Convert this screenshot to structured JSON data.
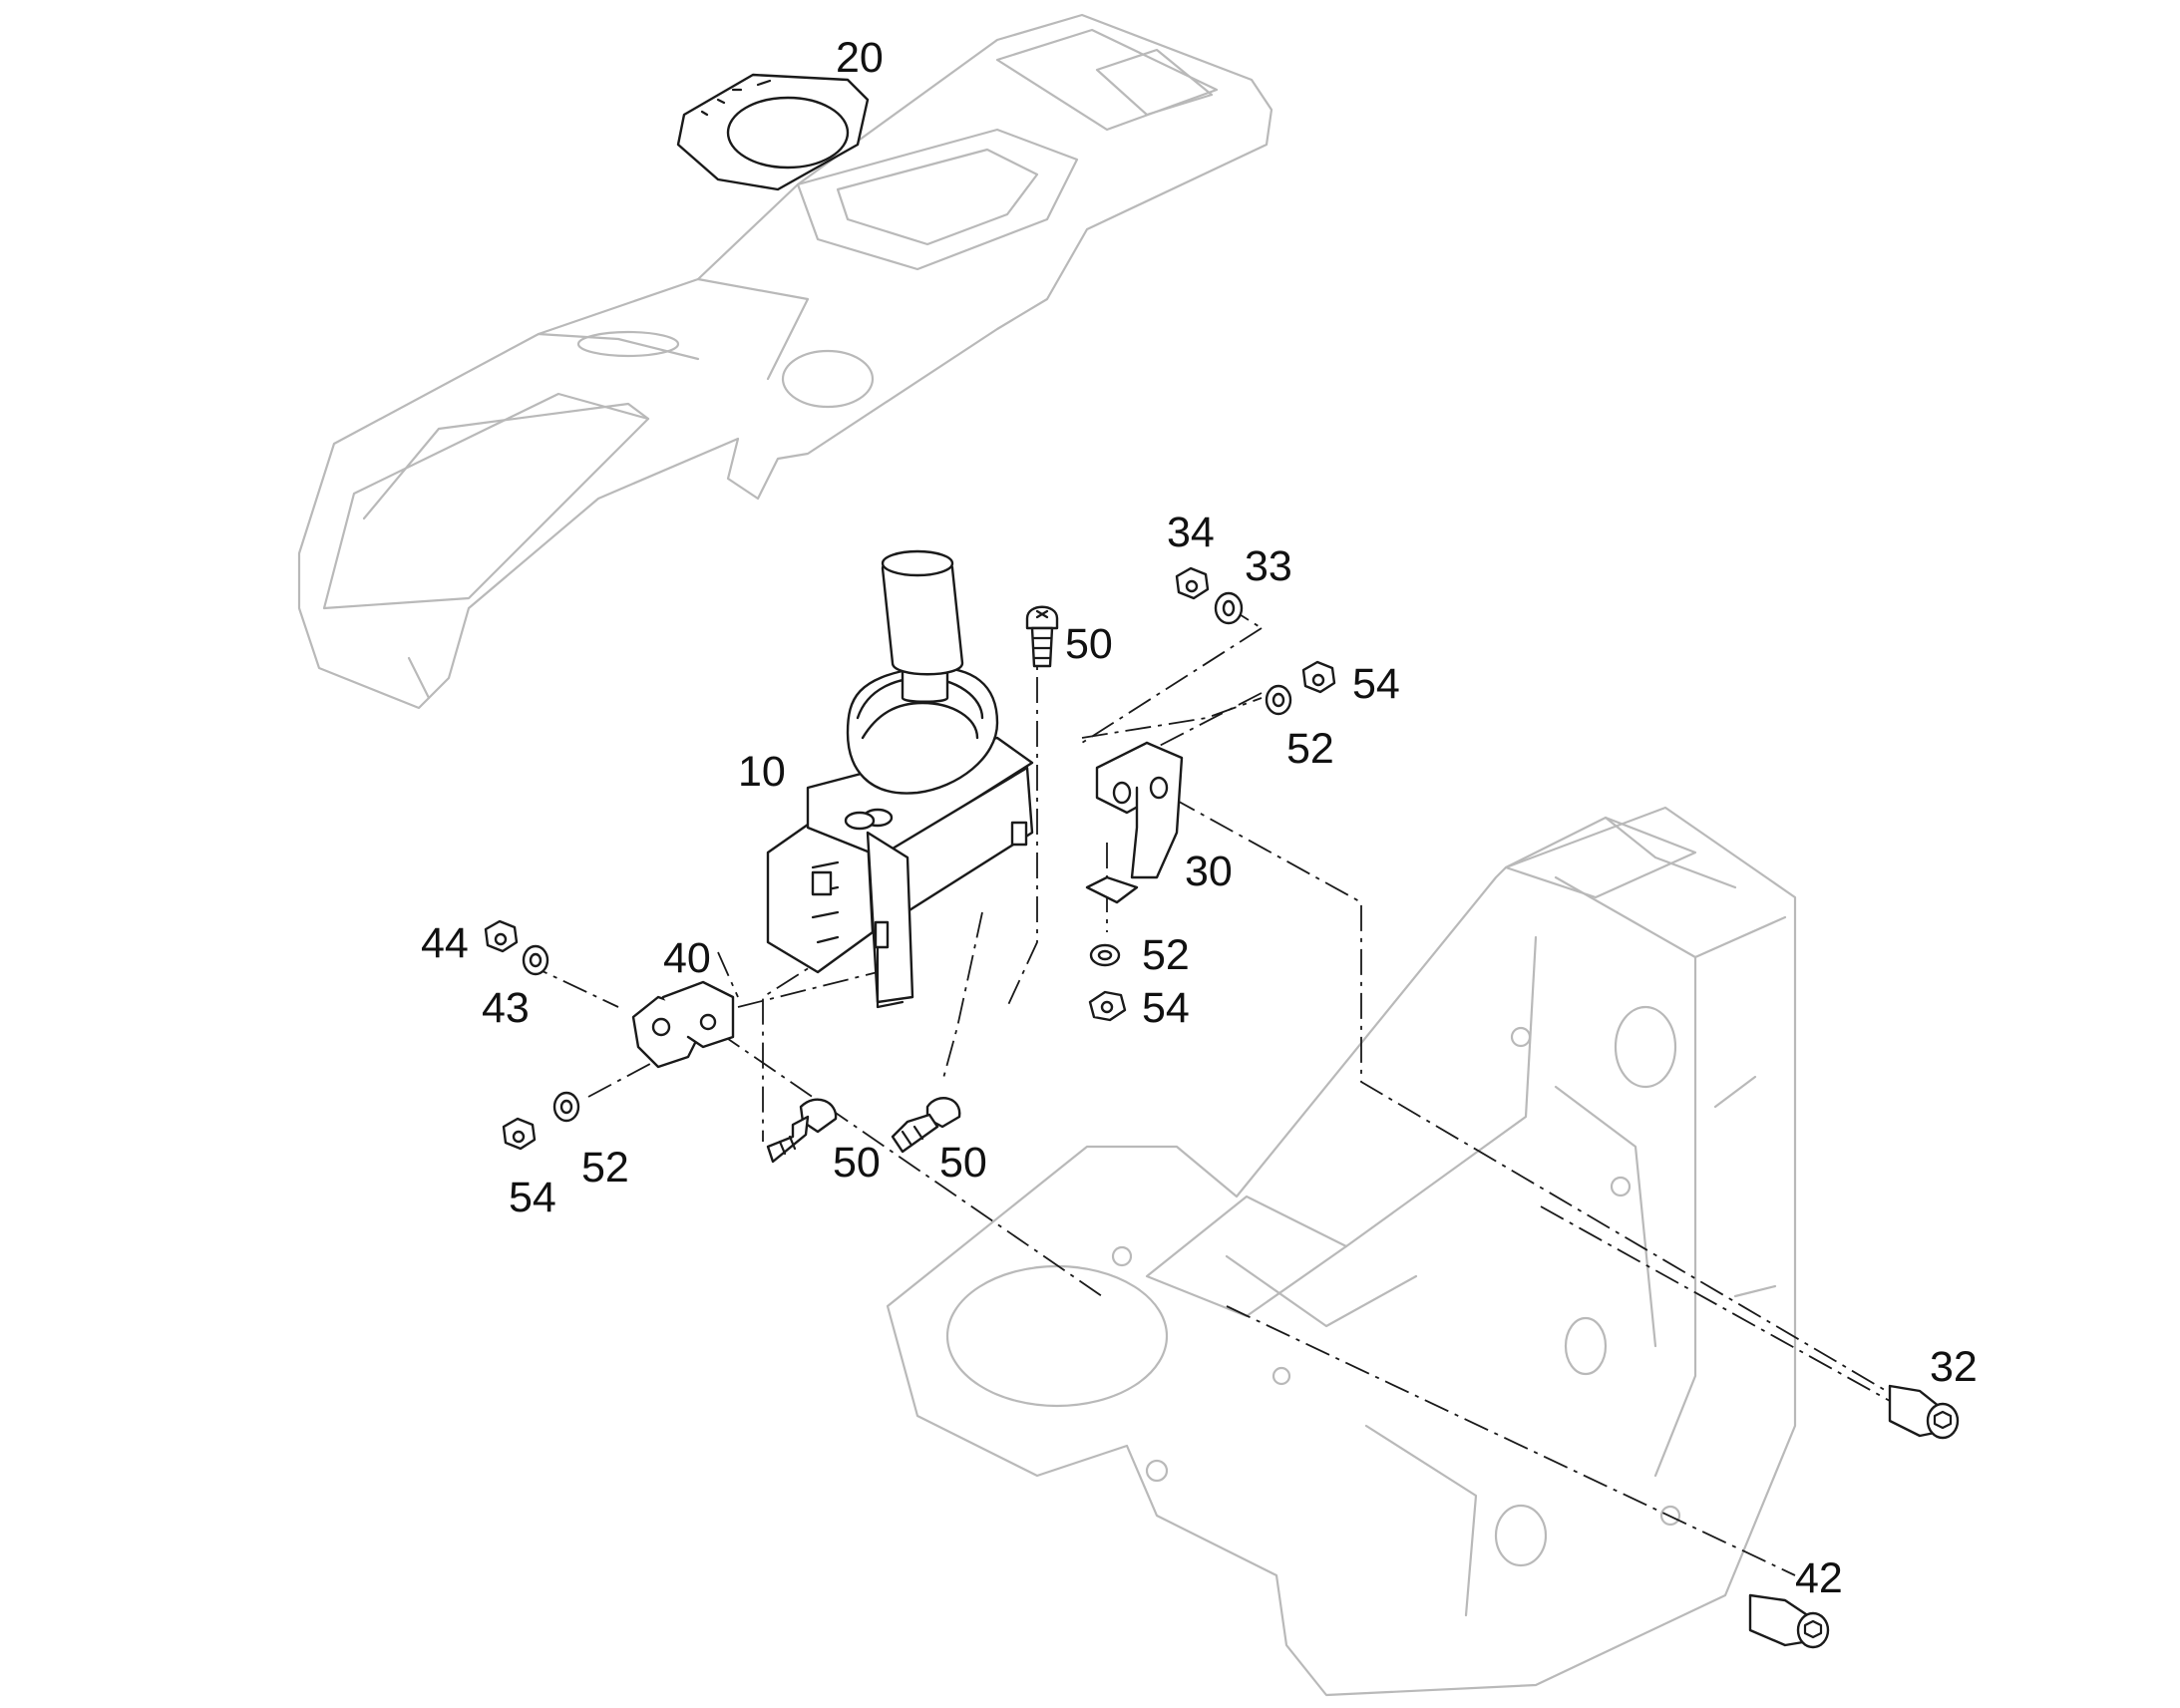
{
  "callouts": [
    {
      "id": "c20",
      "text": "20"
    },
    {
      "id": "c34",
      "text": "34"
    },
    {
      "id": "c33",
      "text": "33"
    },
    {
      "id": "c50a",
      "text": "50"
    },
    {
      "id": "c54a",
      "text": "54"
    },
    {
      "id": "c52a",
      "text": "52"
    },
    {
      "id": "c10",
      "text": "10"
    },
    {
      "id": "c30",
      "text": "30"
    },
    {
      "id": "c44",
      "text": "44"
    },
    {
      "id": "c40",
      "text": "40"
    },
    {
      "id": "c52b",
      "text": "52"
    },
    {
      "id": "c43",
      "text": "43"
    },
    {
      "id": "c54b",
      "text": "54"
    },
    {
      "id": "c52c",
      "text": "52"
    },
    {
      "id": "c54c",
      "text": "54"
    },
    {
      "id": "c50b",
      "text": "50"
    },
    {
      "id": "c50c",
      "text": "50"
    },
    {
      "id": "c32",
      "text": "32"
    },
    {
      "id": "c42",
      "text": "42"
    }
  ],
  "colors": {
    "part_outline": "#1a1a1a",
    "ghost_outline": "#b9b9b9",
    "background": "#ffffff"
  }
}
